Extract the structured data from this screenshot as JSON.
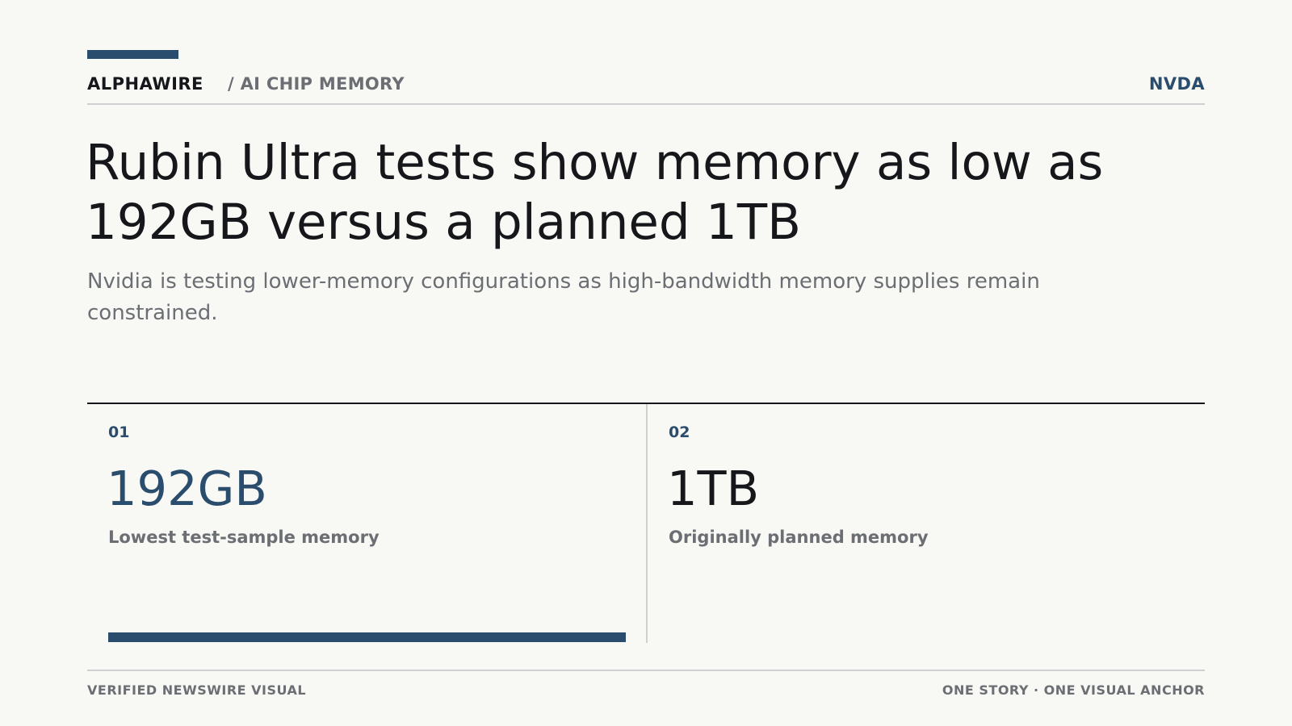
{
  "header": {
    "brand": "ALPHAWIRE",
    "section": "/  AI CHIP MEMORY",
    "ticker": "NVDA"
  },
  "headline": "Rubin Ultra tests show memory as low as 192GB versus a planned 1TB",
  "subhead": "Nvidia is testing lower-memory configurations as high-bandwidth memory supplies remain constrained.",
  "stats": [
    {
      "number": "01",
      "value": "192GB",
      "label": "Lowest test-sample memory",
      "bar_fraction": 1.0
    },
    {
      "number": "02",
      "value": "1TB",
      "label": "Originally planned memory"
    }
  ],
  "footer": {
    "left": "VERIFIED NEWSWIRE VISUAL",
    "right": "ONE STORY · ONE VISUAL ANCHOR"
  },
  "colors": {
    "accent": "#2b4d6d",
    "text": "#15171a",
    "muted": "#6b6e73",
    "background": "#f8f8f5"
  }
}
